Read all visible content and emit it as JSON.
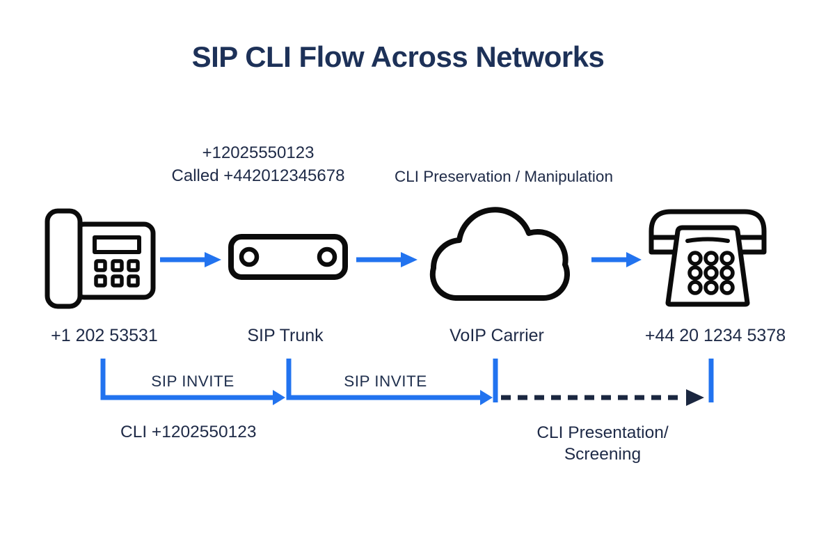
{
  "title": "SIP CLI Flow Across Networks",
  "annotations": {
    "origin_cli": "+12025550123",
    "origin_called": "Called +442012345678",
    "carrier_note": "CLI Preservation / Manipulation",
    "invite_1": "SIP INVITE",
    "invite_2": "SIP INVITE",
    "cli_sent": "CLI +1202550123",
    "presentation_line1": "CLI Presentation/",
    "presentation_line2": "Screening"
  },
  "nodes": {
    "caller": {
      "label": "+1 202 53531",
      "icon": "desk-phone-icon"
    },
    "sip_trunk": {
      "label": "SIP Trunk",
      "icon": "sip-trunk-icon"
    },
    "voip_carrier": {
      "label": "VoIP Carrier",
      "icon": "cloud-icon"
    },
    "callee": {
      "label": "+44 20 1234 5378",
      "icon": "rotary-phone-icon"
    }
  },
  "colors": {
    "accent_blue": "#2273ef",
    "navy_text": "#1e2a47",
    "title_navy": "#1d3158",
    "dark_line": "#1b2740",
    "icon_stroke": "#0b0b0b"
  }
}
